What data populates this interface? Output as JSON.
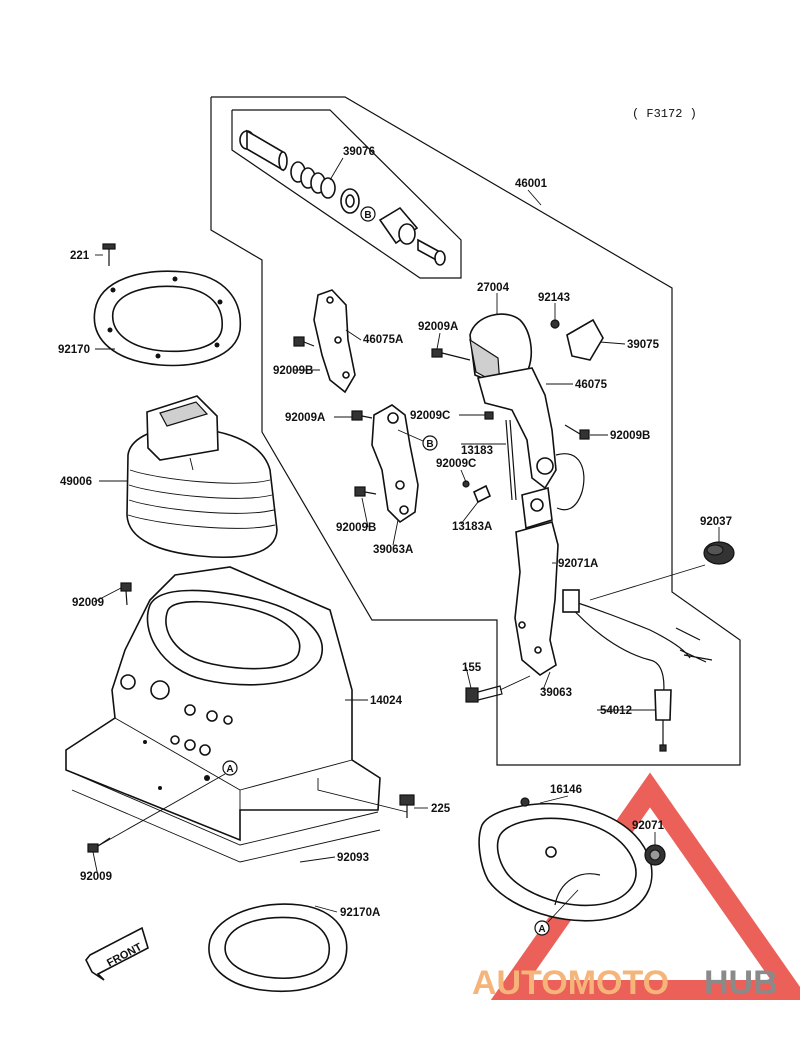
{
  "figure_ref": "( F3172 )",
  "parts": {
    "p39076": "39076",
    "p46001": "46001",
    "p221": "221",
    "p92170": "92170",
    "p49006": "49006",
    "p46075A": "46075A",
    "p92009B_top": "92009B",
    "p92009A_left": "92009A",
    "p92009B_bottom": "92009B",
    "p39063A": "39063A",
    "p27004": "27004",
    "p92143": "92143",
    "p39075": "39075",
    "p92009A_right": "92009A",
    "p46075": "46075",
    "p92009C_top": "92009C",
    "p13183": "13183",
    "p92009C_mid": "92009C",
    "p92009B_right": "92009B",
    "p13183A": "13183A",
    "p92037": "92037",
    "p92071A": "92071A",
    "p92009_left": "92009",
    "p14024": "14024",
    "p155": "155",
    "p39063": "39063",
    "p54012": "54012",
    "p225": "225",
    "p92009_bottom": "92009",
    "p92093": "92093",
    "p16146": "16146",
    "p92071": "92071",
    "p92170A": "92170A"
  },
  "marks": {
    "b1": "B",
    "b2": "B",
    "a1": "A",
    "a2": "A"
  },
  "front_label": "FRONT",
  "watermark": {
    "part1": "AUTOMOTO",
    "part2": "HUB",
    "color1": "#f5b57a",
    "color2": "#8a8a8a",
    "triangle_color": "#e8453c"
  }
}
